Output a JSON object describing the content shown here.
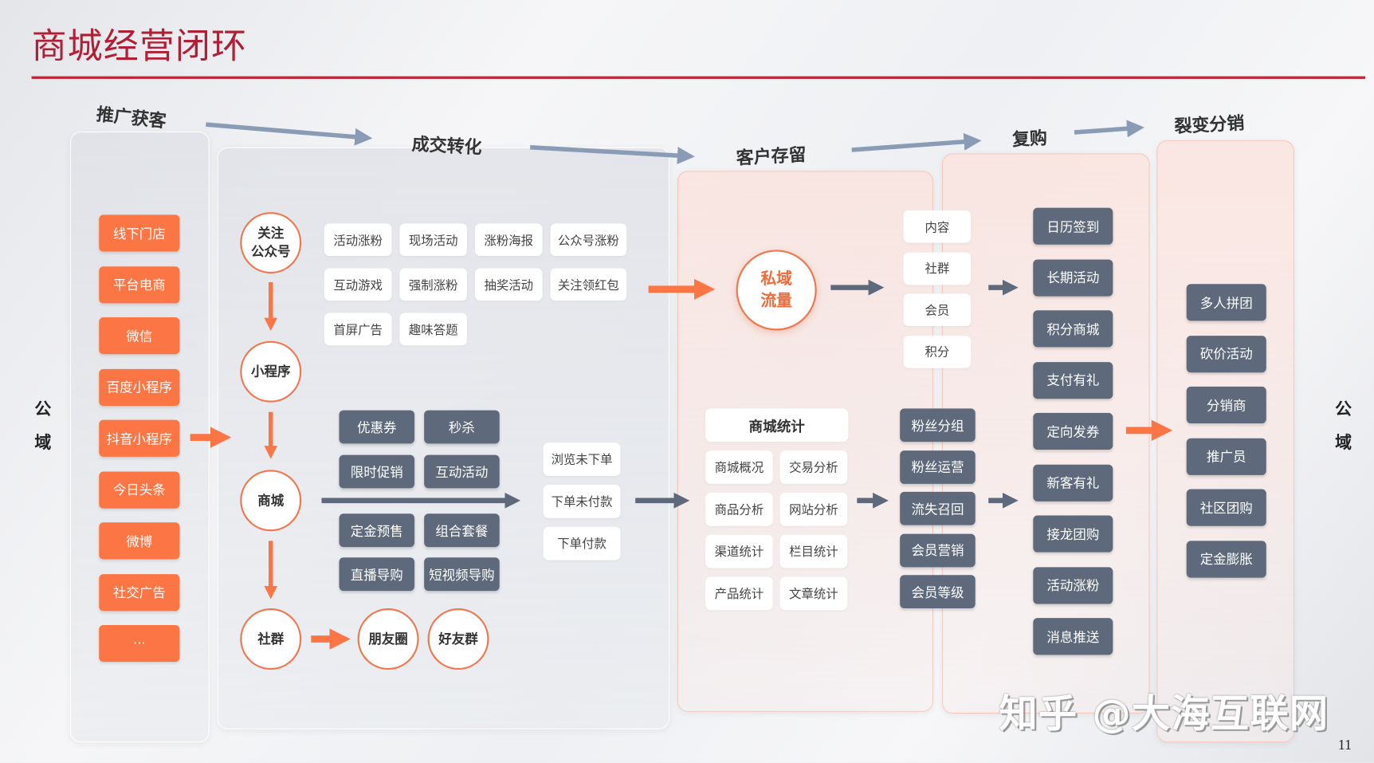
{
  "title": "商城经营闭环",
  "stages": [
    "推广获客",
    "成交转化",
    "客户存留",
    "复购",
    "裂变分销"
  ],
  "side_label": {
    "left": [
      "公",
      "域"
    ],
    "right": [
      "公",
      "域"
    ]
  },
  "channels": [
    "线下门店",
    "平台电商",
    "微信",
    "百度小程序",
    "抖音小程序",
    "今日头条",
    "微博",
    "社交广告",
    "···"
  ],
  "flow_nodes": {
    "follow": [
      "关注",
      "公众号"
    ],
    "miniapp": "小程序",
    "mall": "商城",
    "community": "社群",
    "moments": "朋友圈",
    "friend_group": "好友群"
  },
  "fan_growth": [
    "活动涨粉",
    "现场活动",
    "涨粉海报",
    "公众号涨粉",
    "互动游戏",
    "强制涨粉",
    "抽奖活动",
    "关注领红包",
    "首屏广告",
    "趣味答题"
  ],
  "promotions": [
    "优惠券",
    "秒杀",
    "限时促销",
    "互动活动",
    "定金预售",
    "组合套餐",
    "直播导购",
    "短视频导购"
  ],
  "order_states": [
    "浏览未下单",
    "下单未付款",
    "下单付款"
  ],
  "private_traffic": [
    "私域",
    "流量"
  ],
  "retention_channels": [
    "内容",
    "社群",
    "会员",
    "积分"
  ],
  "stats": {
    "title": "商城统计",
    "items": [
      "商城概况",
      "交易分析",
      "商品分析",
      "网站分析",
      "渠道统计",
      "栏目统计",
      "产品统计",
      "文章统计"
    ]
  },
  "member_ops": [
    "粉丝分组",
    "粉丝运营",
    "流失召回",
    "会员营销",
    "会员等级"
  ],
  "repurchase": [
    "日历签到",
    "长期活动",
    "积分商城",
    "支付有礼",
    "定向发券",
    "新客有礼",
    "接龙团购",
    "活动涨粉",
    "消息推送"
  ],
  "distribution": [
    "多人拼团",
    "砍价活动",
    "分销商",
    "推广员",
    "社区团购",
    "定金膨胀"
  ],
  "watermark": "知乎 @大海互联网",
  "page_number": "11",
  "colors": {
    "accent": "#fb7545",
    "dark_chip": "#5e6a7c",
    "title": "#b01f35",
    "arrow_gray": "#8a9bb5"
  }
}
